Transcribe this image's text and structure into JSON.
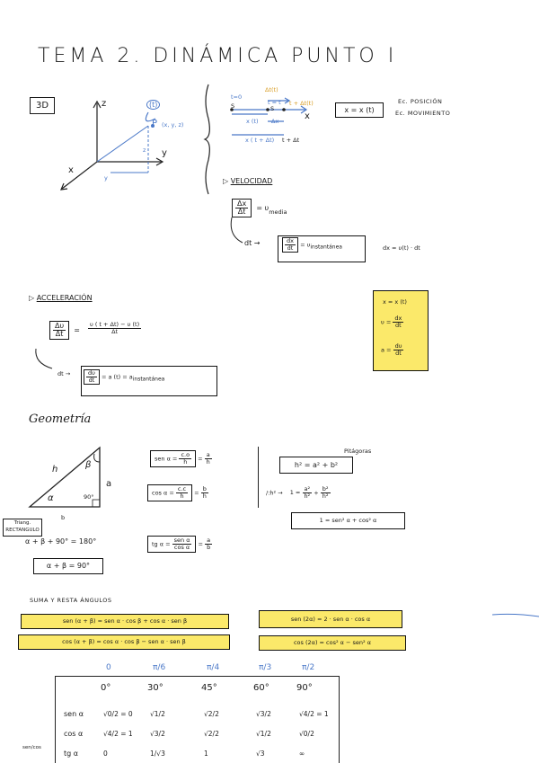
{
  "header": {
    "title": "TEMA 2. DINÁMICA PUNTO I"
  },
  "diagram3d": {
    "label": "3D",
    "axis_z": "z",
    "axis_y": "y",
    "axis_x": "x",
    "curve_label": "(t)",
    "point": "P",
    "point_coords": "(x, y, z)",
    "proj_z": "z",
    "proj_y": "y"
  },
  "line_diagram": {
    "t0": "t=0",
    "s_left": "S",
    "dt_label": "Δt(t)",
    "t_label": "t = t",
    "tdt_label": "t + Δt(t)",
    "s_mid": "S",
    "axis": "x",
    "x_t": "x (t)",
    "dx": "Δx",
    "x_tdt": "x ( t + Δt)",
    "t_dt": "t + Δt"
  },
  "position": {
    "eq": "x = x (t)",
    "label1": "Ec. POSICIÓN",
    "label2": "Ec. MOVIMIENTO"
  },
  "velocity": {
    "heading": "VELOCIDAD",
    "num": "Δx",
    "den": "Δt",
    "eq_tail": "= υ",
    "sub_media": "media",
    "dt_arrow": "dt",
    "inst_num": "dx",
    "inst_den": "dt",
    "inst_tail": "= υ",
    "sub_inst": "instantánea",
    "dx_eq": "dx = υ(t) · dt"
  },
  "summary": {
    "line1": "x = x (t)",
    "v_lhs": "υ =",
    "v_num": "dx",
    "v_den": "dt",
    "a_lhs": "a =",
    "a_num": "dυ",
    "a_den": "dt"
  },
  "acceleration": {
    "heading": "ACCELERACIÓN",
    "num": "Δυ",
    "den": "Δt",
    "rhs_num": "υ ( t + Δt) − υ (t)",
    "rhs_den": "Δt",
    "dt_arrow": "dt",
    "inst_num": "dυ",
    "inst_den": "dt",
    "inst_tail": "= a (t) = a",
    "sub_inst": "instantánea"
  },
  "geometry": {
    "heading": "Geometría",
    "h": "h",
    "beta": "β",
    "a": "a",
    "alpha": "α",
    "deg90": "90°",
    "b": "b",
    "tri_label1": "Triang.",
    "tri_label2": "RECTANGULO",
    "angle_sum": "α + β + 90° = 180°",
    "angle_sum2": "α + β = 90°",
    "sen_lhs": "sen α =",
    "sen_num": "c.o",
    "sen_den": "h",
    "sen_r_num": "a",
    "sen_r_den": "h",
    "cos_lhs": "cos α =",
    "cos_num": "c.c",
    "cos_den": "h",
    "cos_r_num": "b",
    "cos_r_den": "h",
    "tg_lhs": "tg α =",
    "tg_num": "sen α",
    "tg_den": "cos α",
    "tg_r_num": "a",
    "tg_r_den": "b",
    "pitagoras": "Pitágoras",
    "pit_eq": "h² = a² + b²",
    "pit_div": "/:h²  →",
    "pit_one": "1 =",
    "pit_a_num": "a²",
    "pit_a_den": "h²",
    "pit_plus": "+",
    "pit_b_num": "b²",
    "pit_b_den": "h²",
    "identity": "1 = sen² α + cos² α"
  },
  "sum_angles": {
    "heading": "SUMA Y RESTA ÁNGULOS",
    "sen_sum": "sen (α + β) = sen α · cos β + cos α · sen β",
    "cos_sum": "cos (α + β) = cos α · cos β − sen α · sen β",
    "sen_double": "sen (2α) = 2 · sen α · cos α",
    "cos_double": "cos (2α) = cos² α − sen² α"
  },
  "trig_table": {
    "rad_headers": [
      "0",
      "π/6",
      "π/4",
      "π/3",
      "π/2"
    ],
    "deg_headers": [
      "0°",
      "30°",
      "45°",
      "60°",
      "90°"
    ],
    "rows": [
      {
        "label": "sen α",
        "values": [
          "√0/2 = 0",
          "√1/2",
          "√2/2",
          "√3/2",
          "√4/2 = 1"
        ]
      },
      {
        "label": "cos α",
        "values": [
          "√4/2 = 1",
          "√3/2",
          "√2/2",
          "√1/2",
          "√0/2"
        ]
      },
      {
        "label": "tg α",
        "values": [
          "0",
          "1/√3",
          "1",
          "√3",
          "∞"
        ]
      }
    ],
    "side_note": "sen/cos"
  }
}
